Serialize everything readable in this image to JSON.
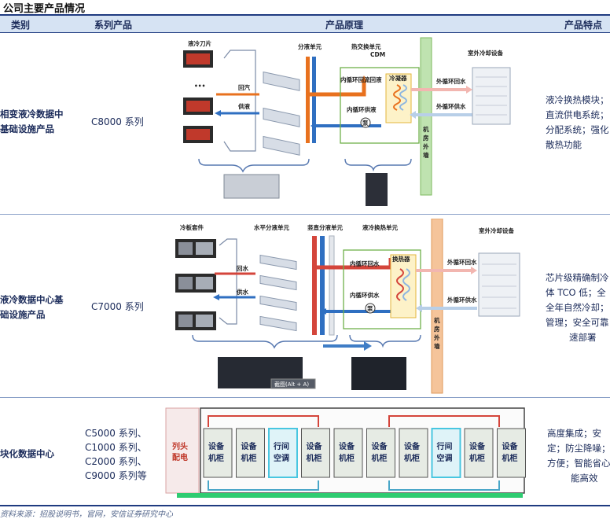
{
  "page_title": "公司主要产品情况",
  "headers": {
    "category": "类别",
    "series": "系列产品",
    "principle": "产品原理",
    "feature": "产品特点"
  },
  "rows": [
    {
      "category_lines": [
        "相变液冷数据中",
        "基础设施产品"
      ],
      "series_lines": [
        "C8000 系列"
      ],
      "feature_lines": [
        "液冷换热模块；",
        "直流供电系统；",
        "分配系统；强化",
        "散热功能"
      ]
    },
    {
      "category_lines": [
        "液冷数据中心基",
        "础设施产品"
      ],
      "series_lines": [
        "C7000 系列"
      ],
      "feature_lines": [
        "芯片级精确制冷",
        "体 TCO 低；全",
        "全年自然冷却；",
        "管理；安全可靠",
        "速部署"
      ]
    },
    {
      "category_lines": [
        "块化数据中心"
      ],
      "series_lines": [
        "C5000 系列、",
        "C1000 系列、",
        "C2000 系列、",
        "C9000 系列等"
      ],
      "feature_lines": [
        "高度集成；安",
        "定；防尘降噪；",
        "方便；智能省心",
        "能高效"
      ]
    }
  ],
  "diagram1": {
    "blade": "液冷刀片",
    "dots": "•••",
    "return_gas": "回汽",
    "supply_liquid": "供液",
    "distribution": "分液单元",
    "hx_unit": "热交换单元",
    "cdm": "CDM",
    "inner_return": "内循环回流回液",
    "condenser": "冷凝器",
    "inner_supply": "内循环供液",
    "pump": "泵",
    "outdoor": "室外冷却设备",
    "outer_return": "外循环回水",
    "outer_supply": "外循环供水",
    "wall": [
      "机",
      "房",
      "外",
      "墙"
    ]
  },
  "diagram2": {
    "cold_plate": "冷板套件",
    "horizontal": "水平分液单元",
    "vertical": "竖直分液单元",
    "cdu": "液冷换热单元",
    "outdoor": "室外冷却设备",
    "return_water": "回水",
    "supply_water": "供水",
    "inner_return": "内循环回水",
    "hx": "换热器",
    "inner_supply": "内循环供水",
    "pump": "泵",
    "outer_return": "外循环回水",
    "outer_supply": "外循环供水",
    "wall": [
      "机",
      "房",
      "外",
      "墙"
    ],
    "screenshot_tag": "截图(Alt + A)"
  },
  "diagram3": {
    "pdu": [
      "列头",
      "配电"
    ],
    "cabinet": [
      "设备",
      "机柜"
    ],
    "ac": [
      "行间",
      "空调"
    ]
  },
  "source_note": "资料来源：招股说明书，官网，安信证券研究中心"
}
